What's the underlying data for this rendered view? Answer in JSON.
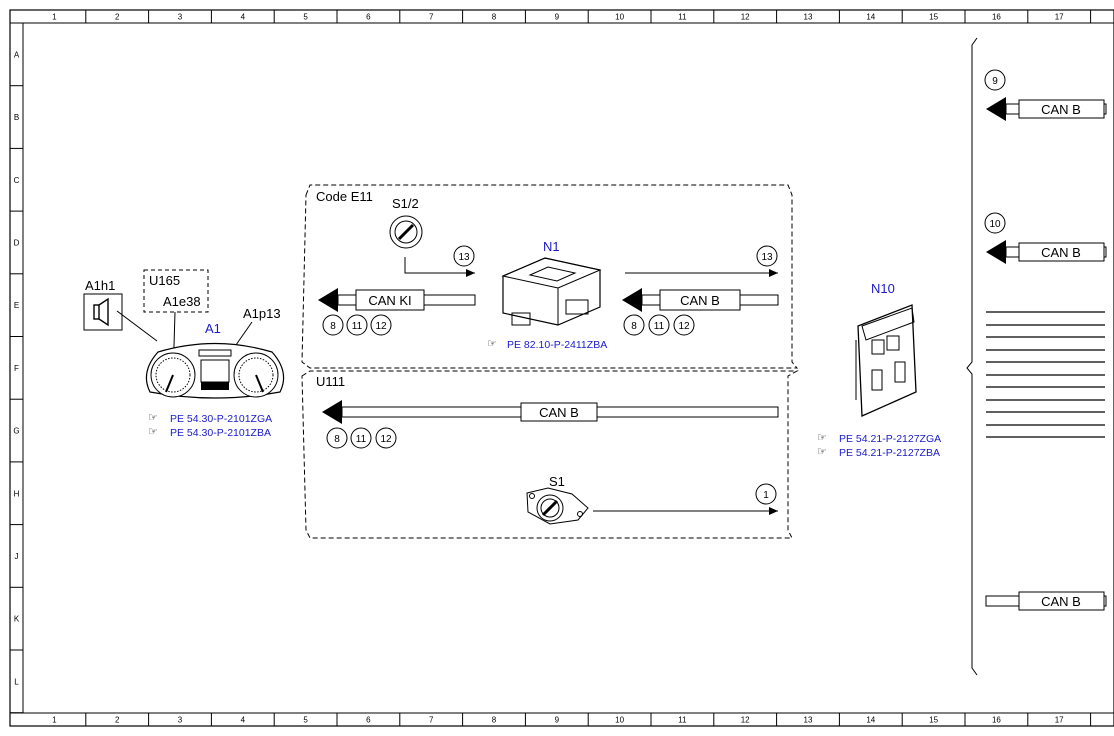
{
  "grid": {
    "columns": [
      "1",
      "2",
      "3",
      "4",
      "5",
      "6",
      "7",
      "8",
      "9",
      "10",
      "11",
      "12",
      "13",
      "14",
      "15",
      "16",
      "17"
    ],
    "rows": [
      "A",
      "B",
      "C",
      "D",
      "E",
      "F",
      "G",
      "H",
      "J",
      "K",
      "L"
    ]
  },
  "components": {
    "a1h1": "A1h1",
    "u165": "U165",
    "a1e38": "A1e38",
    "a1": "A1",
    "a1p13": "A1p13",
    "s1_2": "S1/2",
    "n1": "N1",
    "s1": "S1",
    "n10": "N10"
  },
  "groups": {
    "code_e11": "Code E11",
    "u111": "U111"
  },
  "buses": {
    "can_ki": "CAN KI",
    "can_b_n1": "CAN B",
    "can_b_u111": "CAN B",
    "can_b_r1": "CAN B",
    "can_b_r2": "CAN B",
    "can_b_r3": "CAN B"
  },
  "circles": {
    "c8a": "8",
    "c11a": "11",
    "c12a": "12",
    "c8b": "8",
    "c11b": "11",
    "c12b": "12",
    "c8c": "8",
    "c11c": "11",
    "c12c": "12",
    "c13a": "13",
    "c13b": "13",
    "c1": "1",
    "c9": "9",
    "c10": "10"
  },
  "references": {
    "a1_ref1": "PE 54.30-P-2101ZGA",
    "a1_ref2": "PE 54.30-P-2101ZBA",
    "n1_ref": "PE 82.10-P-2411ZBA",
    "n10_ref1": "PE 54.21-P-2127ZGA",
    "n10_ref2": "PE 54.21-P-2127ZBA"
  },
  "colors": {
    "line": "#000000",
    "ref": "#1a1acc"
  }
}
